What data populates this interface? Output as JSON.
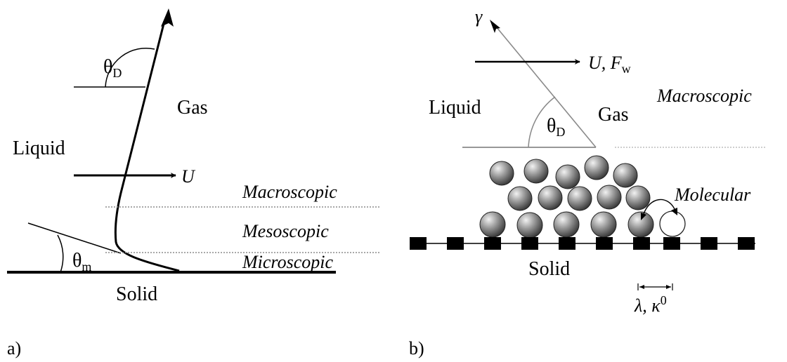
{
  "panel_a": {
    "caption": "a)",
    "gas": "Gas",
    "liquid": "Liquid",
    "solid": "Solid",
    "velocity": "U",
    "dynamic_angle": {
      "symbol": "θ",
      "subscript": "D"
    },
    "micro_angle": {
      "symbol": "θ",
      "subscript": "m"
    },
    "scales": [
      "Macroscopic",
      "Mesoscopic",
      "Microscopic"
    ]
  },
  "panel_b": {
    "caption": "b)",
    "tension": "γ",
    "force_label": {
      "prefix": "U, F",
      "subscript": "w"
    },
    "liquid": "Liquid",
    "gas": "Gas",
    "macroscopic": "Macroscopic",
    "dynamic_angle": {
      "symbol": "θ",
      "subscript": "D"
    },
    "molecular": "Molecular",
    "solid": "Solid",
    "spacing": {
      "prefix": "λ, κ",
      "superscript": "0"
    }
  },
  "colors": {
    "ink": "#000000",
    "dotted": "#8c8c8c",
    "line_gray": "#9a9a9a"
  }
}
